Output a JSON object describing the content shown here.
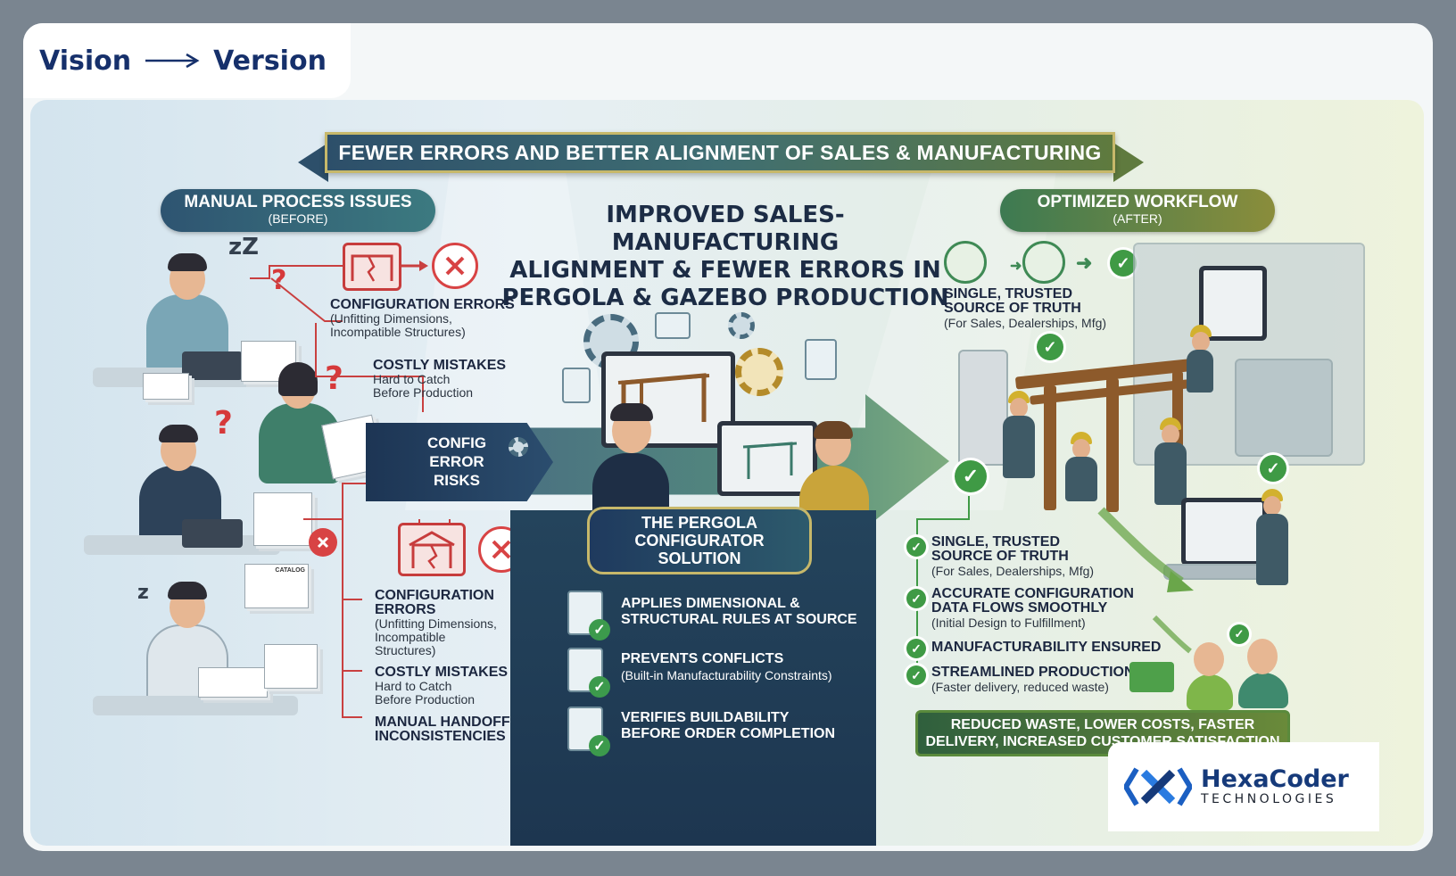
{
  "tagline": {
    "left": "Vision",
    "right": "Version"
  },
  "banner": "FEWER ERRORS AND BETTER ALIGNMENT OF SALES & MANUFACTURING",
  "before": {
    "title": "MANUAL PROCESS ISSUES",
    "sub": "(BEFORE)"
  },
  "after": {
    "title": "OPTIMIZED WORKFLOW",
    "sub": "(AFTER)"
  },
  "main_title": [
    "IMPROVED SALES-MANUFACTURING",
    "ALIGNMENT & FEWER ERRORS IN",
    "PERGOLA & GAZEBO PRODUCTION"
  ],
  "issues_top": [
    {
      "title": "CONFIGURATION ERRORS",
      "sub": [
        "(Unfitting Dimensions,",
        "Incompatible Structures)"
      ]
    },
    {
      "title": "COSTLY MISTAKES",
      "sub": [
        "Hard to Catch",
        "Before Production"
      ]
    }
  ],
  "risk": [
    "CONFIG",
    "ERROR",
    "RISKS"
  ],
  "issues_bottom": [
    {
      "title": [
        "CONFIGURATION",
        "ERRORS"
      ],
      "sub": [
        "(Unfitting Dimensions,",
        "Incompatible",
        "Structures)"
      ]
    },
    {
      "title": [
        "COSTLY MISTAKES"
      ],
      "sub": [
        "Hard to Catch",
        "Before Production"
      ]
    },
    {
      "title": [
        "MANUAL HANDOFF",
        "INCONSISTENCIES"
      ],
      "sub": []
    }
  ],
  "paper_label": "CATALOG",
  "solution": {
    "title": [
      "THE PERGOLA",
      "CONFIGURATOR",
      "SOLUTION"
    ]
  },
  "features": [
    {
      "title": [
        "APPLIES DIMENSIONAL &",
        "STRUCTURAL RULES AT SOURCE"
      ],
      "sub": ""
    },
    {
      "title": [
        "PREVENTS CONFLICTS"
      ],
      "sub": "(Built-in Manufacturability Constraints)"
    },
    {
      "title": [
        "VERIFIES BUILDABILITY",
        "BEFORE ORDER COMPLETION"
      ],
      "sub": ""
    }
  ],
  "after_top": {
    "title": [
      "SINGLE, TRUSTED",
      "SOURCE OF TRUTH"
    ],
    "sub": "(For Sales, Dealerships, Mfg)"
  },
  "after_list": [
    {
      "title": [
        "SINGLE, TRUSTED",
        "SOURCE OF TRUTH"
      ],
      "sub": "(For Sales, Dealerships, Mfg)"
    },
    {
      "title": [
        "ACCURATE CONFIGURATION",
        "DATA FLOWS SMOOTHLY"
      ],
      "sub": "(Initial Design to Fulfillment)"
    },
    {
      "title": [
        "MANUFACTURABILITY ENSURED"
      ],
      "sub": ""
    },
    {
      "title": [
        "STREAMLINED PRODUCTION"
      ],
      "sub": "(Faster delivery, reduced waste)"
    }
  ],
  "result": [
    "REDUCED WASTE, LOWER COSTS, FASTER",
    "DELIVERY, INCREASED CUSTOMER SATISFACTION"
  ],
  "logo": {
    "name": "HexaCoder",
    "sub": "TECHNOLOGIES"
  },
  "colors": {
    "navy": "#16306b",
    "error_red": "#d84344",
    "success_green": "#3f9a45",
    "gold": "#c7b86a"
  }
}
